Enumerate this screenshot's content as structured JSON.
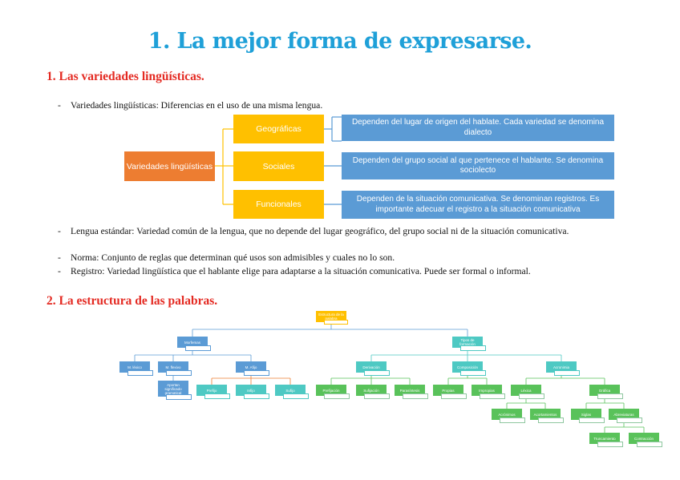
{
  "title": "1. La mejor forma de expresarse.",
  "section1": {
    "heading": "1. Las variedades lingüísticas.",
    "bullet1": "Variedades lingüísticas: Diferencias en el uso de una misma lengua.",
    "diagram": {
      "root": "Variedades lingüísticas",
      "branches": [
        {
          "label": "Geográficas",
          "desc": "Dependen del lugar de origen del hablate. Cada variedad se denomina dialecto"
        },
        {
          "label": "Sociales",
          "desc": "Dependen del grupo social al que pertenece el hablante. Se denomina sociolecto"
        },
        {
          "label": "Funcionales",
          "desc": "Dependen de la situación comunicativa. Se denominan registros. Es importante adecuar el registro a la situación comunicativa"
        }
      ]
    },
    "bullet2": "Lengua estándar: Variedad común de la lengua, que no depende del lugar geográfico, del grupo social ni de la situación comunicativa.",
    "bullet3": "Norma: Conjunto de reglas que determinan qué usos son admisibles y cuales no lo son.",
    "bullet4": "Registro: Variedad lingüística que el hablante elige para adaptarse a la situación comunicativa. Puede ser formal o informal.",
    "dash": "-"
  },
  "section2": {
    "heading": "2. La estructura de las palabras.",
    "tree": {
      "root": "Estructura de la palabra",
      "morfemas": "Morfemas",
      "formacion": "Tipos de formación",
      "m_lexico": "M. léxico",
      "m_flexivo": "M. flexivo",
      "m_afijo": "M. Afijo",
      "flexivo_child": "Aportan significado gramatical",
      "prefijo": "Prefijo",
      "infijo": "Infijo",
      "sufijo": "Sufijo",
      "derivacion": "Derivación",
      "composicion": "Composición",
      "acronimia": "Acronimia",
      "prefijacion": "Prefijación",
      "sufijacion": "Sufijación",
      "parasintesis": "Parasíntesis",
      "propias": "Propias",
      "impropias": "Impropias",
      "lexica": "Léxica",
      "grafica": "Gráfica",
      "acronimos": "Acrónimos",
      "acortamientos": "Acortamientos",
      "siglas": "Siglas",
      "abreviaturas": "Abreviaturas",
      "truncamiento": "Truncamiento",
      "contraccion": "Contracción"
    },
    "colors": {
      "yellow": "#ffc000",
      "blue": "#5b9bd5",
      "teal": "#4ec9c3",
      "green": "#59c25a"
    }
  }
}
